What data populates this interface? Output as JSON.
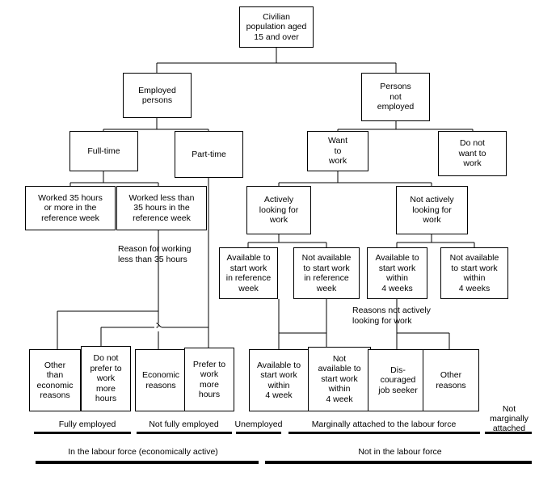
{
  "diagram": {
    "title": "Labour force classification flowchart",
    "nodes": [
      {
        "id": "civilian-population",
        "label": "Civilian\npopulation aged\n15 and over"
      },
      {
        "id": "employed-persons",
        "label": "Employed\npersons"
      },
      {
        "id": "persons-not-employed",
        "label": "Persons\nnot\nemployed"
      },
      {
        "id": "full-time",
        "label": "Full-time"
      },
      {
        "id": "part-time",
        "label": "Part-time"
      },
      {
        "id": "want-to-work",
        "label": "Want\nto\nwork"
      },
      {
        "id": "do-not-want-to-work",
        "label": "Do not\nwant to\nwork"
      },
      {
        "id": "worked-35-or-more",
        "label": "Worked 35 hours\nor more in the\nreference week"
      },
      {
        "id": "worked-less-than-35",
        "label": "Worked less than\n35 hours in the\nreference week"
      },
      {
        "id": "actively-looking",
        "label": "Actively\nlooking for\nwork"
      },
      {
        "id": "not-actively-looking",
        "label": "Not actively\nlooking for\nwork"
      },
      {
        "id": "available-reference-week",
        "label": "Available to\nstart work\nin reference\nweek"
      },
      {
        "id": "not-available-reference-week",
        "label": "Not available\nto start work\nin reference\nweek"
      },
      {
        "id": "available-within-4-weeks",
        "label": "Available to\nstart work\nwithin\n4 weeks"
      },
      {
        "id": "not-available-within-4-weeks",
        "label": "Not available\nto start work\nwithin\n4 weeks"
      },
      {
        "id": "other-than-economic-reasons",
        "label": "Other\nthan\neconomic\nreasons"
      },
      {
        "id": "do-not-prefer-more-hours",
        "label": "Do not\nprefer to\nwork\nmore\nhours"
      },
      {
        "id": "economic-reasons",
        "label": "Economic\nreasons"
      },
      {
        "id": "prefer-more-hours",
        "label": "Prefer to\nwork\nmore\nhours"
      },
      {
        "id": "available-within-4-week",
        "label": "Available to\nstart work\nwithin\n4 week"
      },
      {
        "id": "not-available-within-4-week",
        "label": "Not\navailable to\nstart work\nwithin\n4 week"
      },
      {
        "id": "discouraged-job-seeker",
        "label": "Dis-\ncouraged\njob seeker"
      },
      {
        "id": "other-reasons",
        "label": "Other\nreasons"
      }
    ],
    "edge_labels": [
      {
        "id": "reason-working-less",
        "label": "Reason for working\nless than 35 hours"
      },
      {
        "id": "reasons-not-looking",
        "label": "Reasons not actively\nlooking for work"
      }
    ],
    "brackets_row1": [
      {
        "id": "fully-employed",
        "label": "Fully employed"
      },
      {
        "id": "not-fully-employed",
        "label": "Not fully employed"
      },
      {
        "id": "unemployed",
        "label": "Unemployed"
      },
      {
        "id": "marginally-attached",
        "label": "Marginally attached to the labour force"
      },
      {
        "id": "not-marginally-attached",
        "label": "Not\nmarginally\nattached"
      }
    ],
    "brackets_row2": [
      {
        "id": "in-labour-force",
        "label": "In the labour force (economically active)"
      },
      {
        "id": "not-in-labour-force",
        "label": "Not in the labour force"
      }
    ],
    "colors": {
      "stroke": "#000000",
      "fill": "#ffffff",
      "text": "#000000"
    }
  }
}
